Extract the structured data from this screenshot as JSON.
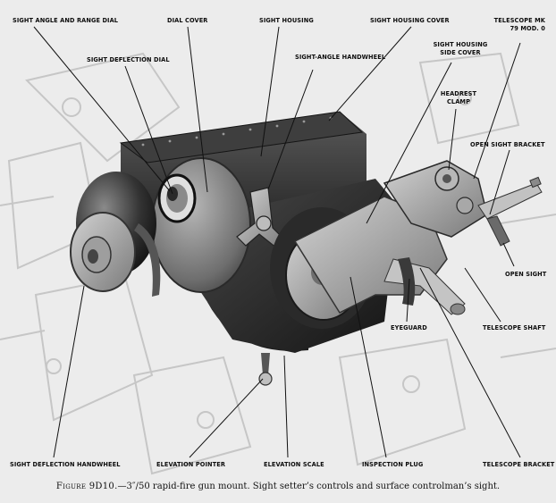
{
  "labels": {
    "sight_angle_range_dial": "SIGHT ANGLE AND RANGE DIAL",
    "dial_cover": "DIAL COVER",
    "sight_housing": "SIGHT HOUSING",
    "sight_housing_cover": "SIGHT HOUSING COVER",
    "telescope_mk_line1": "TELESCOPE MK",
    "telescope_mk_line2": "79 MOD. 0",
    "sight_deflection_dial": "SIGHT DEFLECTION DIAL",
    "sight_angle_handwheel": "SIGHT-ANGLE HANDWHEEL",
    "sight_housing_side_cover_line1": "SIGHT HOUSING",
    "sight_housing_side_cover_line2": "SIDE COVER",
    "headrest_clamp_line1": "HEADREST",
    "headrest_clamp_line2": "CLAMP",
    "open_sight_bracket": "OPEN SIGHT BRACKET",
    "open_sight": "OPEN SIGHT",
    "eyeguard": "EYEGUARD",
    "telescope_shaft": "TELESCOPE SHAFT",
    "sight_deflection_handwheel": "SIGHT DEFLECTION HANDWHEEL",
    "elevation_pointer": "ELEVATION POINTER",
    "elevation_scale": "ELEVATION SCALE",
    "inspection_plug": "INSPECTION PLUG",
    "telescope_bracket": "TELESCOPE BRACKET"
  },
  "caption": {
    "figure_number": "Figure 9D10.",
    "text": "—3″/50 rapid-fire gun mount.   Sight setter’s controls and surface controlman’s sight."
  }
}
